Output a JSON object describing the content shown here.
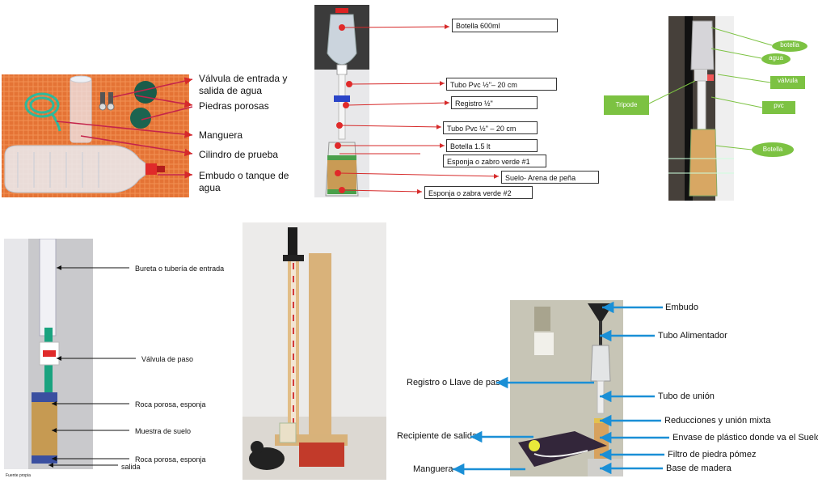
{
  "panel1": {
    "labels": [
      "Válvula de entrada y salida de agua",
      "Piedras porosas",
      "Manguera",
      "Cilindro de prueba",
      "Embudo o tanque de agua"
    ]
  },
  "panel2": {
    "labels": [
      "Botella 600ml",
      "Tubo Pvc ½\"– 20 cm",
      "Registro ½\"",
      "Tubo Pvc ½\" – 20 cm",
      "Botella 1.5 lt",
      "Esponja o zabro verde #1",
      "Suelo- Arena de peña",
      "Esponja o zabra verde #2"
    ]
  },
  "panel3": {
    "labels": [
      "botella",
      "agua",
      "válvula",
      "Tripode",
      "pvc",
      "Botella"
    ]
  },
  "panel4": {
    "labels": [
      "Bureta o tubería de entrada",
      "Válvula de paso",
      "Roca porosa, esponja",
      "Muestra de suelo",
      "Roca porosa, esponja",
      "salida"
    ],
    "source": "Fuente propia"
  },
  "panel6": {
    "labels": [
      "Embudo",
      "Tubo Alimentador",
      "Registro o Llave de paso",
      "Tubo de unión",
      "Reducciones y unión mixta",
      "Recipiente de salida",
      "Envase de plástico donde va el Suelo",
      "Filtro de piedra pómez",
      "Manguera",
      "Base de madera"
    ]
  },
  "colors": {
    "green_label": "#7cc242",
    "red_arrow": "#d62a2a",
    "blue_arrow": "#1a8fd6",
    "orange_mat": "#d9692a"
  }
}
